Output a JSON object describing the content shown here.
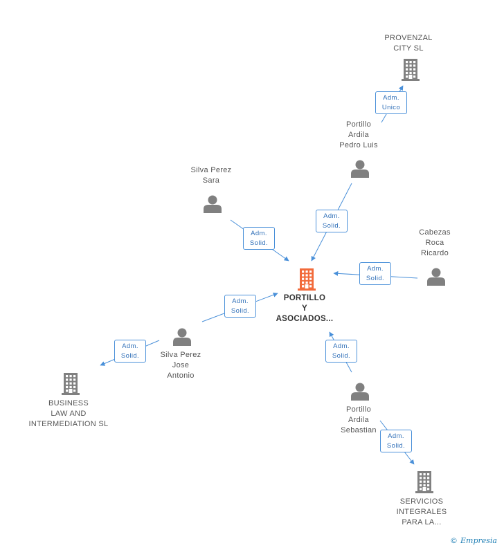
{
  "colors": {
    "accent": "#4a90d9",
    "center_company": "#f26a3a",
    "company": "#808080",
    "person": "#808080",
    "brand": "#1f7fb5"
  },
  "nodes": {
    "center": {
      "lines": [
        "PORTILLO",
        "Y",
        "ASOCIADOS..."
      ],
      "icon": "building-icon"
    },
    "provenzal": {
      "lines": [
        "PROVENZAL",
        "CITY  SL"
      ],
      "icon": "building-icon"
    },
    "pedro_luis": {
      "lines": [
        "Portillo",
        "Ardila",
        "Pedro Luis"
      ],
      "icon": "person-icon"
    },
    "sara": {
      "lines": [
        "Silva Perez",
        "Sara"
      ],
      "icon": "person-icon"
    },
    "cabezas": {
      "lines": [
        "Cabezas",
        "Roca",
        "Ricardo"
      ],
      "icon": "person-icon"
    },
    "jose_antonio": {
      "lines": [
        "Silva Perez",
        "Jose",
        "Antonio"
      ],
      "icon": "person-icon"
    },
    "business_law": {
      "lines": [
        "BUSINESS",
        "LAW AND",
        "INTERMEDIATION SL"
      ],
      "icon": "building-icon"
    },
    "sebastian": {
      "lines": [
        "Portillo",
        "Ardila",
        "Sebastian"
      ],
      "icon": "person-icon"
    },
    "servicios": {
      "lines": [
        "SERVICIOS",
        "INTEGRALES",
        "PARA LA..."
      ],
      "icon": "building-icon"
    }
  },
  "edges": [
    {
      "from": "pedro_luis",
      "to": "provenzal",
      "role": [
        "Adm.",
        "Unico"
      ]
    },
    {
      "from": "pedro_luis",
      "to": "center",
      "role": [
        "Adm.",
        "Solid."
      ]
    },
    {
      "from": "sara",
      "to": "center",
      "role": [
        "Adm.",
        "Solid."
      ]
    },
    {
      "from": "cabezas",
      "to": "center",
      "role": [
        "Adm.",
        "Solid."
      ]
    },
    {
      "from": "jose_antonio",
      "to": "center",
      "role": [
        "Adm.",
        "Solid."
      ]
    },
    {
      "from": "jose_antonio",
      "to": "business_law",
      "role": [
        "Adm.",
        "Solid."
      ]
    },
    {
      "from": "sebastian",
      "to": "center",
      "role": [
        "Adm.",
        "Solid."
      ]
    },
    {
      "from": "sebastian",
      "to": "servicios",
      "role": [
        "Adm.",
        "Solid."
      ]
    }
  ],
  "footer": {
    "copyright_symbol": "©",
    "brand": "Empresia"
  }
}
